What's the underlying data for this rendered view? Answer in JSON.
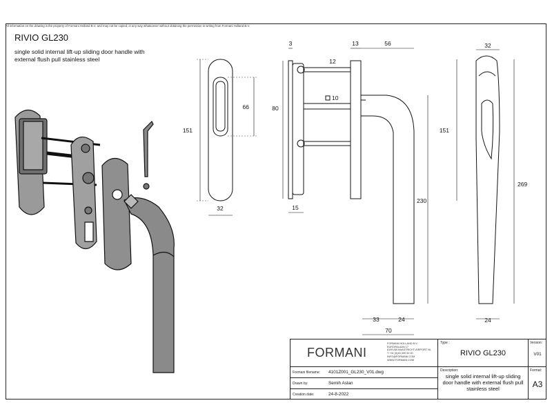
{
  "notice": "All information on the drawing is the property of Formani Holland B.V. and may not be copied, in any way whatsoever without obtaining the permission in writing from Formani Holland B.V.",
  "title": "RIVIO GL230",
  "subtitle": "single solid internal lift-up sliding door handle with external flush pull stainless steel",
  "dimensions": {
    "front_height": "151",
    "front_inner": "66",
    "front_width": "32",
    "side_top_3": "3",
    "side_top_13": "13",
    "side_top_56": "56",
    "side_12": "12",
    "side_80": "80",
    "side_sq10": "10",
    "side_15": "15",
    "side_230": "230",
    "side_33": "33",
    "side_24": "24",
    "side_70": "70",
    "right_32": "32",
    "right_151": "151",
    "right_269": "269",
    "right_24": "24"
  },
  "title_block": {
    "logo": "FORMANI",
    "company_lines": [
      "FORMANI HOLLAND B.V.",
      "EUROPALAAN 17",
      "6199 AB MAASTRICHT-AIRPORT NL",
      "T +31 (0)43 309 90 00",
      "INFO@FORMANI.COM",
      "WWW.FORMANI.COM"
    ],
    "type_label": "Type :",
    "type_value": "RIVIO GL230",
    "version_label": "Version:",
    "version_value": "V01",
    "filename_label": "Formani filename:",
    "filename_value": "4101Z001_GL230_V01.dwg",
    "drawn_label": "Drawn by:",
    "drawn_value": "Semih Aslan",
    "creation_label": "Creation date:",
    "creation_value": "24-8-2022",
    "description_label": "Description:",
    "description_value": "single solid internal lift-up sliding door handle with external flush pull stainless steel",
    "format_label": "Format:",
    "format_value": "A3"
  }
}
